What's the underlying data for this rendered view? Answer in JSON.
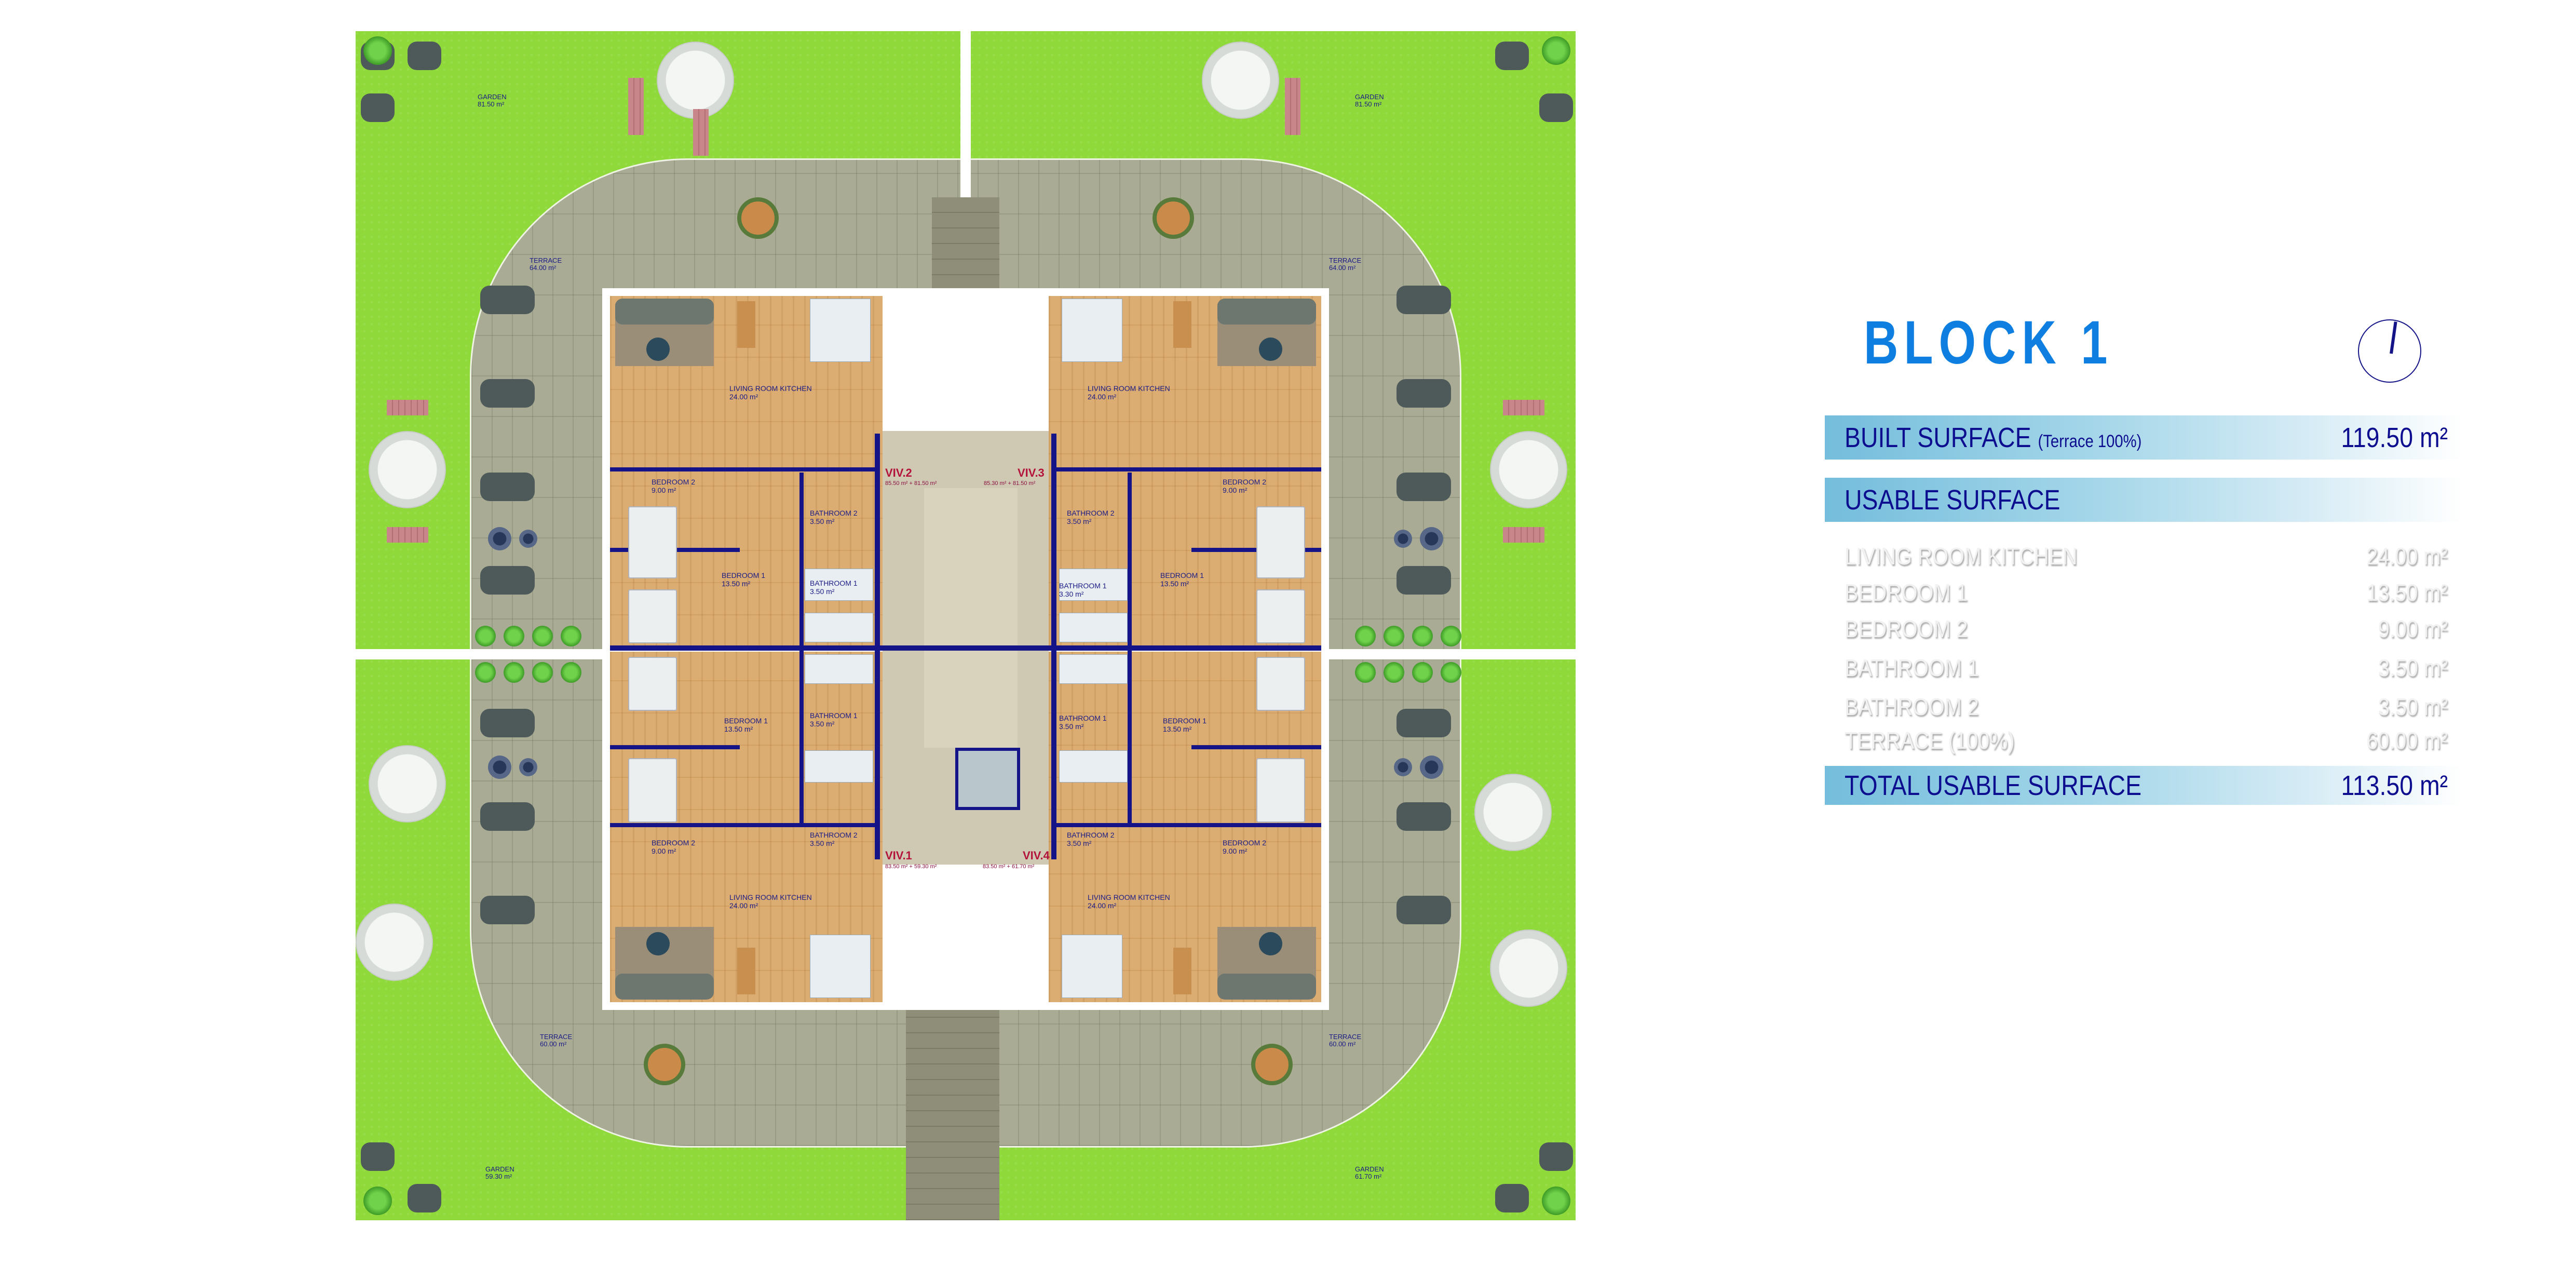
{
  "plan": {
    "outdoor": {
      "garden_tl": {
        "label": "GARDEN",
        "area": "81.50 m²"
      },
      "garden_tr": {
        "label": "GARDEN",
        "area": "81.50 m²"
      },
      "garden_bl": {
        "label": "GARDEN",
        "area": "59.30 m²"
      },
      "garden_br": {
        "label": "GARDEN",
        "area": "61.70 m²"
      },
      "terrace_tl": {
        "label": "TERRACE",
        "area": "64.00 m²"
      },
      "terrace_tr": {
        "label": "TERRACE",
        "area": "64.00 m²"
      },
      "terrace_bl": {
        "label": "TERRACE",
        "area": "60.00 m²"
      },
      "terrace_br": {
        "label": "TERRACE",
        "area": "60.00 m²"
      }
    },
    "units": {
      "viv2": {
        "name": "VIV.2",
        "areas": "85.50 m² + 81.50 m²",
        "living": {
          "label": "LIVING ROOM KITCHEN",
          "area": "24.00 m²"
        },
        "bed2": {
          "label": "BEDROOM 2",
          "area": "9.00 m²"
        },
        "bath2": {
          "label": "BATHROOM 2",
          "area": "3.50 m²"
        },
        "bed1": {
          "label": "BEDROOM 1",
          "area": "13.50 m²"
        },
        "bath1": {
          "label": "BATHROOM 1",
          "area": "3.50 m²"
        }
      },
      "viv3": {
        "name": "VIV.3",
        "areas": "85.30 m² + 81.50 m²",
        "living": {
          "label": "LIVING ROOM KITCHEN",
          "area": "24.00 m²"
        },
        "bed2": {
          "label": "BEDROOM 2",
          "area": "9.00 m²"
        },
        "bath2": {
          "label": "BATHROOM 2",
          "area": "3.50 m²"
        },
        "bed1": {
          "label": "BEDROOM 1",
          "area": "13.50 m²"
        },
        "bath1": {
          "label": "BATHROOM 1",
          "area": "3.30 m²"
        }
      },
      "viv1": {
        "name": "VIV.1",
        "areas": "83.50 m² + 59.30 m²",
        "living": {
          "label": "LIVING ROOM KITCHEN",
          "area": "24.00 m²"
        },
        "bed2": {
          "label": "BEDROOM 2",
          "area": "9.00 m²"
        },
        "bath2": {
          "label": "BATHROOM 2",
          "area": "3.50 m²"
        },
        "bed1": {
          "label": "BEDROOM 1",
          "area": "13.50 m²"
        },
        "bath1": {
          "label": "BATHROOM 1",
          "area": "3.50 m²"
        }
      },
      "viv4": {
        "name": "VIV.4",
        "areas": "83.50 m² + 61.70 m²",
        "living": {
          "label": "LIVING ROOM KITCHEN",
          "area": "24.00 m²"
        },
        "bed2": {
          "label": "BEDROOM 2",
          "area": "9.00 m²"
        },
        "bath2": {
          "label": "BATHROOM 2",
          "area": "3.50 m²"
        },
        "bed1": {
          "label": "BEDROOM 1",
          "area": "13.50 m²"
        },
        "bath1": {
          "label": "BATHROOM 1",
          "area": "3.50 m²"
        }
      }
    }
  },
  "panel": {
    "title": "BLOCK 1",
    "compass_icon": "north-arrow",
    "built": {
      "label": "BUILT SURFACE",
      "sub": "(Terrace 100%)",
      "value": "119.50 m²"
    },
    "usable": {
      "label": "USABLE SURFACE"
    },
    "rows": [
      {
        "label": "LIVING ROOM KITCHEN",
        "value": "24.00 m²"
      },
      {
        "label": "BEDROOM 1",
        "value": "13.50 m²"
      },
      {
        "label": "BEDROOM 2",
        "value": "9.00 m²"
      },
      {
        "label": "BATHROOM 1",
        "value": "3.50 m²"
      },
      {
        "label": "BATHROOM 2",
        "value": "3.50 m²"
      },
      {
        "label": "TERRACE (100%)",
        "value": "60.00 m²"
      }
    ],
    "total": {
      "label": "TOTAL USABLE SURFACE",
      "value": "113.50 m²"
    },
    "colors": {
      "title": "#0e7fe0",
      "bar_text": "#0d0d8f",
      "bar_start": "#74bddc",
      "walls": "#141488",
      "viv": "#b3123a"
    }
  }
}
